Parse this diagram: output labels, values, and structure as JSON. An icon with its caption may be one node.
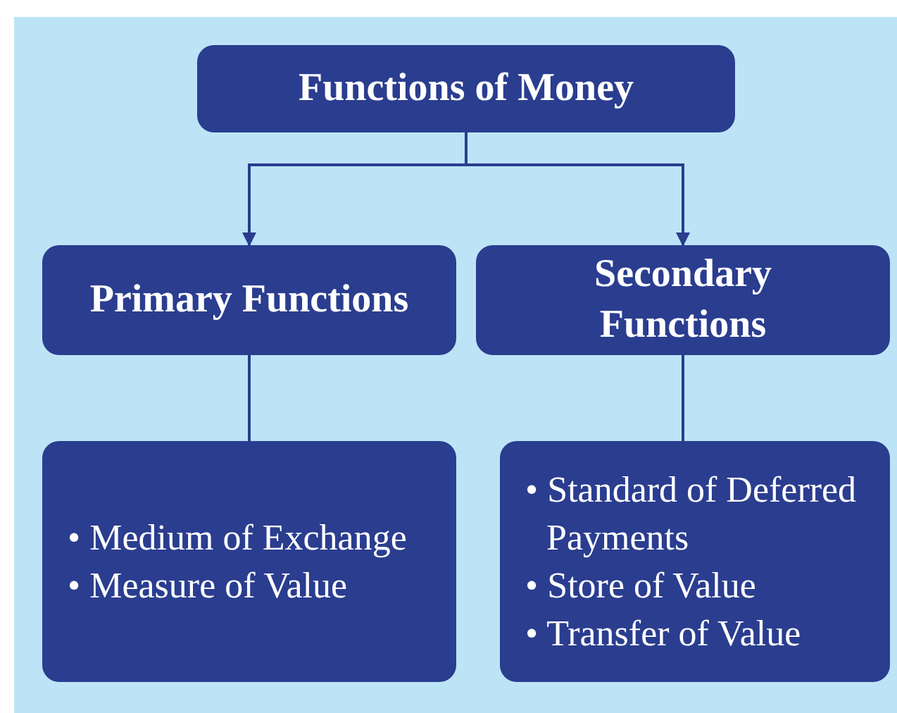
{
  "diagram": {
    "nodes": [
      {
        "text": [
          "Functions of Money"
        ]
      },
      {
        "text": [
          "Primary Functions"
        ]
      },
      {
        "text": [
          "Secondary Functions"
        ]
      },
      {
        "text": [
          "• Medium of Exchange",
          "•  Measure of Value"
        ]
      },
      {
        "text": [
          "• Standard of Deferred Payments",
          "• Store of Value",
          "• Transfer of Value"
        ]
      }
    ],
    "edges": [
      {
        "from": 0,
        "to": 1,
        "arrow": "to"
      },
      {
        "from": 0,
        "to": 2,
        "arrow": "to"
      },
      {
        "from": 1,
        "to": 3,
        "arrow": "none"
      },
      {
        "from": 2,
        "to": 4,
        "arrow": "none"
      }
    ]
  }
}
